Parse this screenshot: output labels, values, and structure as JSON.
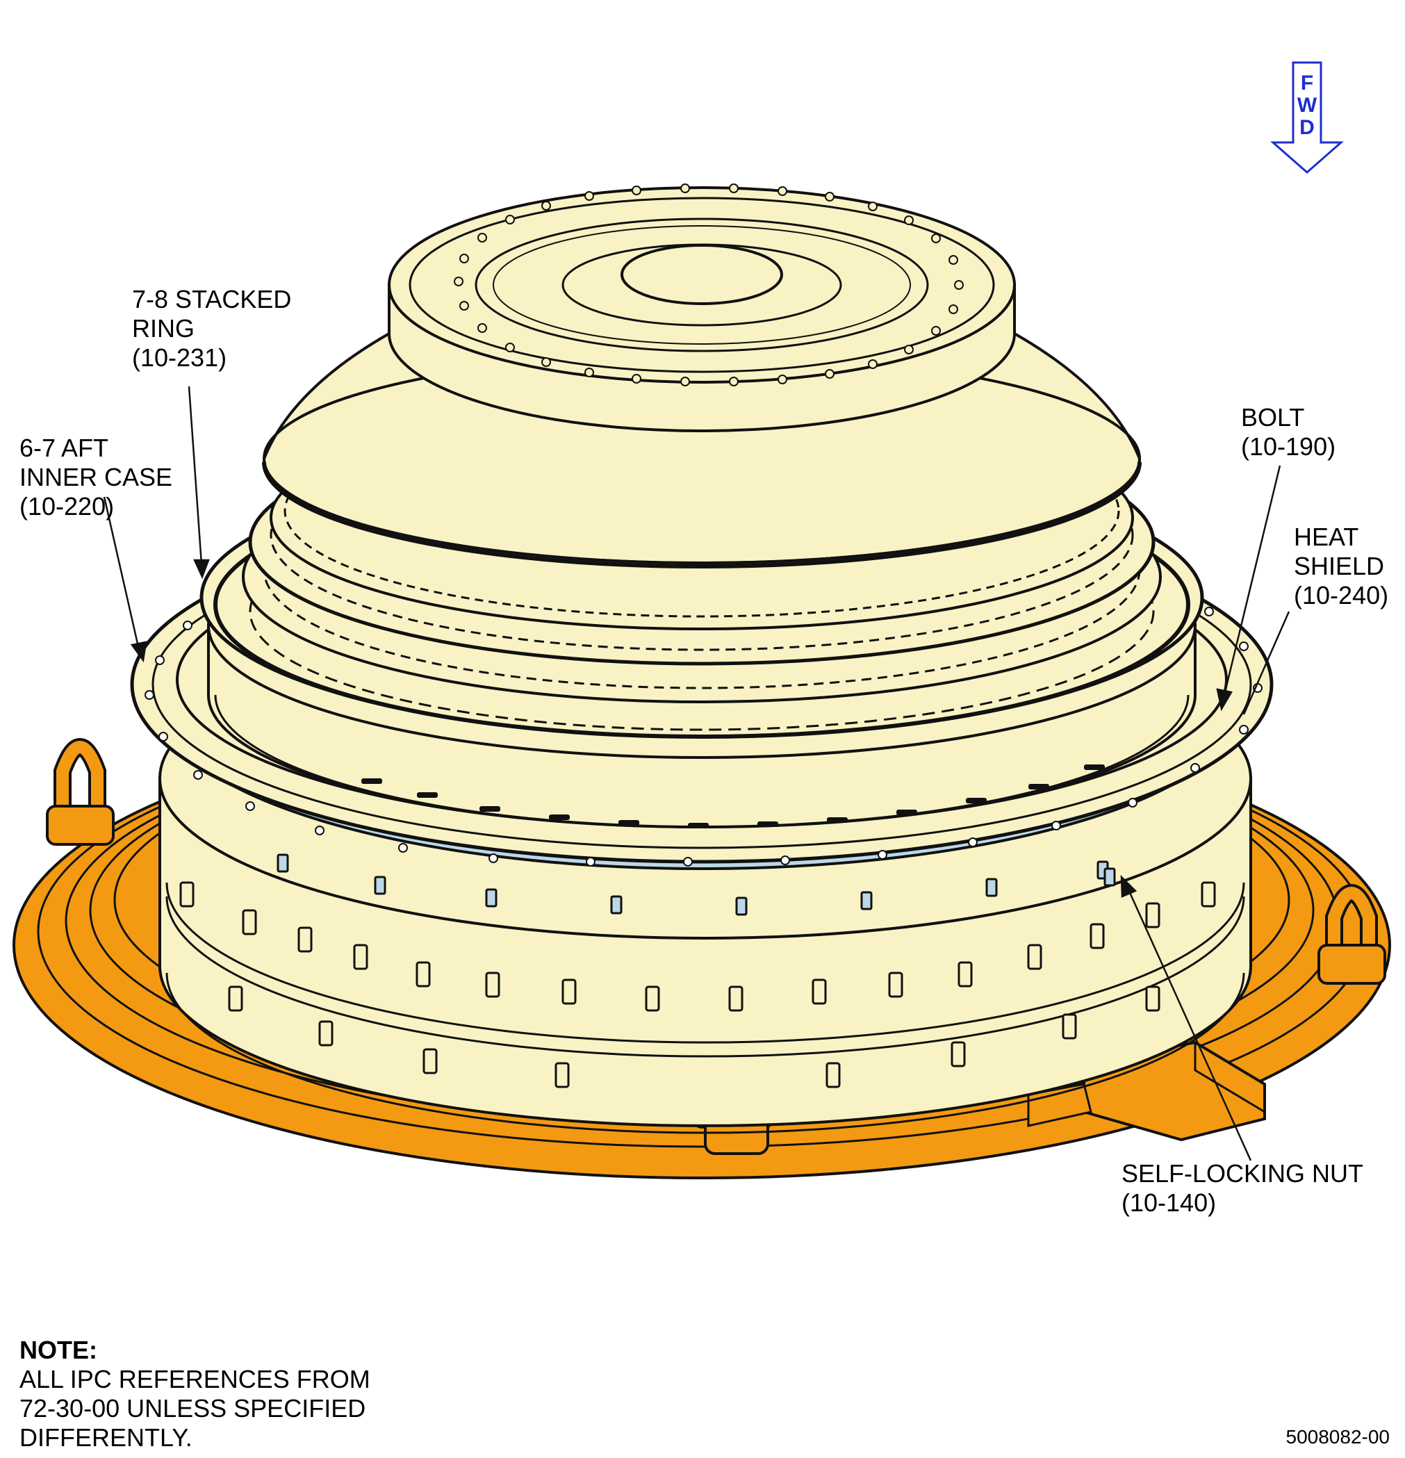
{
  "callouts": {
    "stacked_ring": {
      "lines": [
        "7-8 STACKED",
        "RING",
        "(10-231)"
      ]
    },
    "aft_inner_case": {
      "lines": [
        "6-7 AFT",
        "INNER CASE",
        "(10-220)"
      ]
    },
    "bolt": {
      "lines": [
        "BOLT",
        "(10-190)"
      ]
    },
    "heat_shield": {
      "lines": [
        "HEAT",
        "SHIELD",
        "(10-240)"
      ]
    },
    "self_locking_nut": {
      "lines": [
        "SELF-LOCKING NUT",
        "(10-140)"
      ]
    }
  },
  "fwd_indicator": {
    "letters": [
      "F",
      "W",
      "D"
    ],
    "color": "#1f2dd1"
  },
  "note": {
    "heading": "NOTE:",
    "lines": [
      "ALL IPC REFERENCES FROM",
      "72-30-00 UNLESS SPECIFIED",
      "DIFFERENTLY."
    ]
  },
  "figure_number": "5008082-00",
  "colors": {
    "fixture_orange": "#f39a12",
    "part_cream": "#f9f2c4",
    "heat_shield_blue": "#bcd8e8",
    "outline": "#111111",
    "fwd_blue": "#1f2dd1"
  }
}
